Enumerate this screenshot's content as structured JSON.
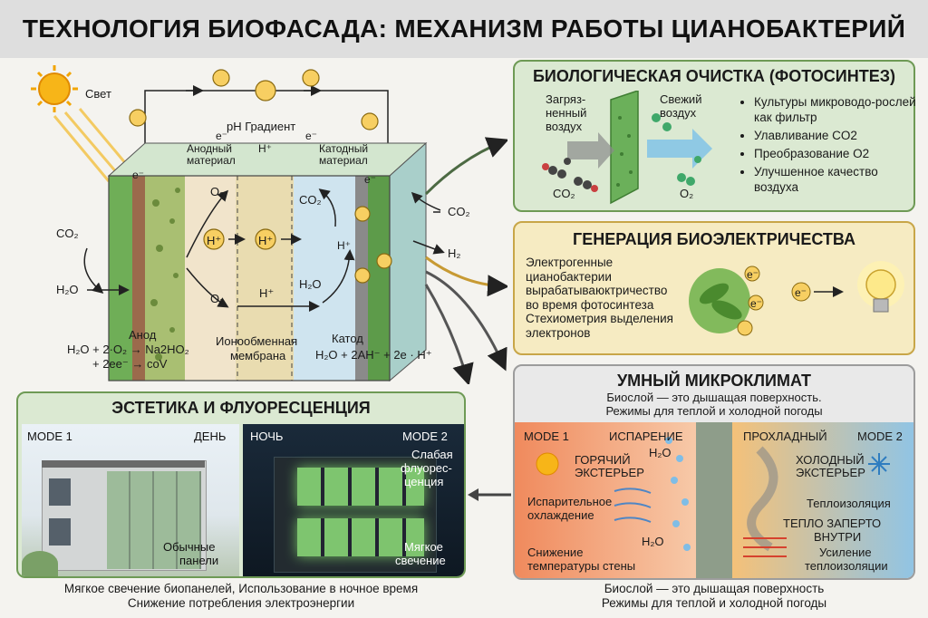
{
  "title": "ТЕХНОЛОГИЯ БИОФАСАДА: МЕХАНИЗМ РАБОТЫ ЦИАНОБАКТЕРИЙ",
  "mechanism": {
    "light": "Свет",
    "ph_gradient": "pH Градиент",
    "anode_material": [
      "Анодный",
      "материал"
    ],
    "cathode_material": [
      "Катодный",
      "материал"
    ],
    "electron": "e⁻",
    "proton": "H⁺",
    "o2": "O₂",
    "co2": "CO₂",
    "h2o": "H₂O",
    "h2": "H₂",
    "anode": "Анод",
    "anode_eq": [
      "H₂O + 2·O₂ → Na2HO₂",
      "+ 2ee⁻ → coV"
    ],
    "membrane": [
      "Ионообменная",
      "мембрана"
    ],
    "cathode": "Катод",
    "cathode_eq": "H₂O + 2AH⁻ + 2e · H⁺"
  },
  "bio_cleaning": {
    "title": "БИОЛОГИЧЕСКАЯ ОЧИСТКА (ФОТОСИНТЕЗ)",
    "polluted": [
      "Загряз-",
      "ненный",
      "воздух"
    ],
    "fresh": [
      "Свежий",
      "воздух"
    ],
    "co2": "CO₂",
    "o2": "O₂",
    "bullets": [
      "Культуры микроводо-рослей как фильтр",
      "Улавливание CO2",
      "Преобразование O2",
      "Улучшенное качество воздуха"
    ]
  },
  "bioelectricity": {
    "title": "ГЕНЕРАЦИЯ БИОЭЛЕКТРИЧЕСТВА",
    "text": [
      "Электрогенные",
      "цианобактерии",
      "вырабатываюктричество",
      "во время фотосинтеза",
      "Стехиометрия выделения",
      "электронов"
    ],
    "electron": "e⁻"
  },
  "microclimate": {
    "title": "УМНЫЙ МИКРОКЛИМАТ",
    "subtitle": [
      "Биослой — это дышащая поверхность.",
      "Режимы для теплой и холодной погоды"
    ],
    "mode1": "MODE 1",
    "evaporation": "ИСПАРЕНИЕ",
    "h2o": "H₂O",
    "hot": [
      "ГОРЯЧИЙ",
      "ЭКСТЕРЬЕР"
    ],
    "evap_cooling": [
      "Испарительное",
      "охлаждение"
    ],
    "temp_reduce": [
      "Снижение",
      "температуры стены"
    ],
    "cool": "ПРОХЛАДНЫЙ",
    "mode2": "MODE 2",
    "cold": [
      "ХОЛОДНЫЙ",
      "ЭКСТЕРЬЕР"
    ],
    "insulation": "Теплоизоляция",
    "heat_locked": [
      "ТЕПЛО ЗАПЕРТО",
      "ВНУТРИ"
    ],
    "insulation_boost": [
      "Усиление",
      "теплоизоляции"
    ],
    "caption": [
      "Биослой — это дышащая поверхность",
      "Режимы для теплой и холодной погоды"
    ]
  },
  "aesthetics": {
    "title": "ЭСТЕТИКА И ФЛУОРЕСЦЕНЦИЯ",
    "mode1": "MODE 1",
    "day": "ДЕНЬ",
    "night": "НОЧЬ",
    "mode2": "MODE 2",
    "weak_fluor": [
      "Слабая",
      "флуорес-",
      "ценция"
    ],
    "normal_panels": [
      "Обычные",
      "панели"
    ],
    "soft_glow": [
      "Мягкое",
      "свечение"
    ],
    "caption": [
      "Мягкое свечение биопанелей, Использование в ночное время",
      "Снижение потребления электроэнергии"
    ]
  },
  "colors": {
    "green_panel": "#dbe9d2",
    "green_border": "#6e9a55",
    "yellow_panel": "#f6ebc2",
    "yellow_border": "#c8a648",
    "gray_panel": "#e9e9e9",
    "hot": "#f08a5d",
    "cold": "#8fc4e6"
  }
}
